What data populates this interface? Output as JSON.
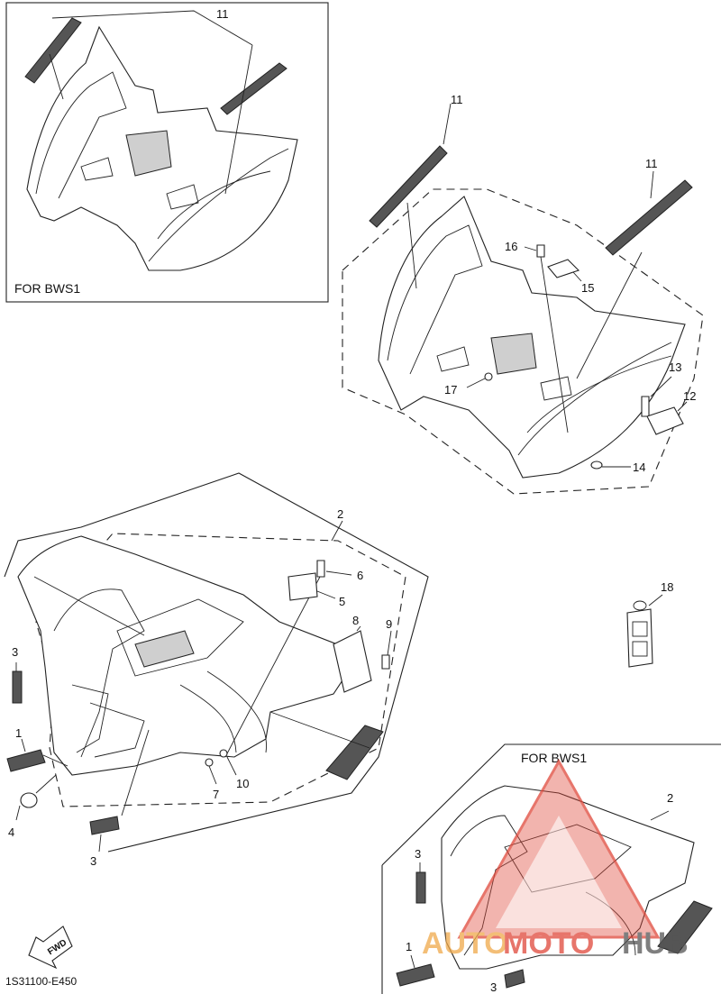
{
  "diagram": {
    "code": "1S31100-E450",
    "note": "FOR BWS1",
    "fwd": "FWD",
    "watermark": {
      "part1": "AUTO",
      "part2": "MOTO",
      "part3": "HUB",
      "color": "#e0483a"
    },
    "callouts": {
      "c1": "1",
      "c2": "2",
      "c3": "3",
      "c4": "4",
      "c5": "5",
      "c6": "6",
      "c7": "7",
      "c8": "8",
      "c9": "9",
      "c10": "10",
      "c11": "11",
      "c12": "12",
      "c13": "13",
      "c14": "14",
      "c15": "15",
      "c16": "16",
      "c17": "17",
      "c18": "18"
    }
  }
}
